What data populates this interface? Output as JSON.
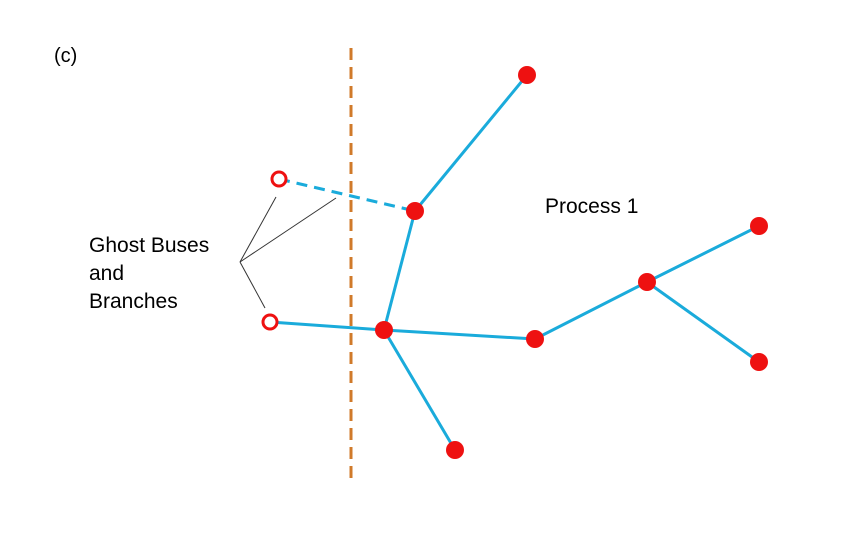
{
  "panel_label": "(c)",
  "process_label": "Process 1",
  "ghost_label": {
    "line1": "Ghost Buses",
    "line2": "and",
    "line3": "Branches"
  },
  "colors": {
    "branch": "#1aabdb",
    "bus": "#ee1111",
    "boundary": "#d07a2a",
    "leader": "#333333",
    "text": "#000000"
  },
  "legend_meaning": {
    "filled_bus": "bus",
    "hollow_bus": "ghost bus",
    "dashed_branch": "ghost branch",
    "dashed_vertical_line": "process boundary"
  }
}
